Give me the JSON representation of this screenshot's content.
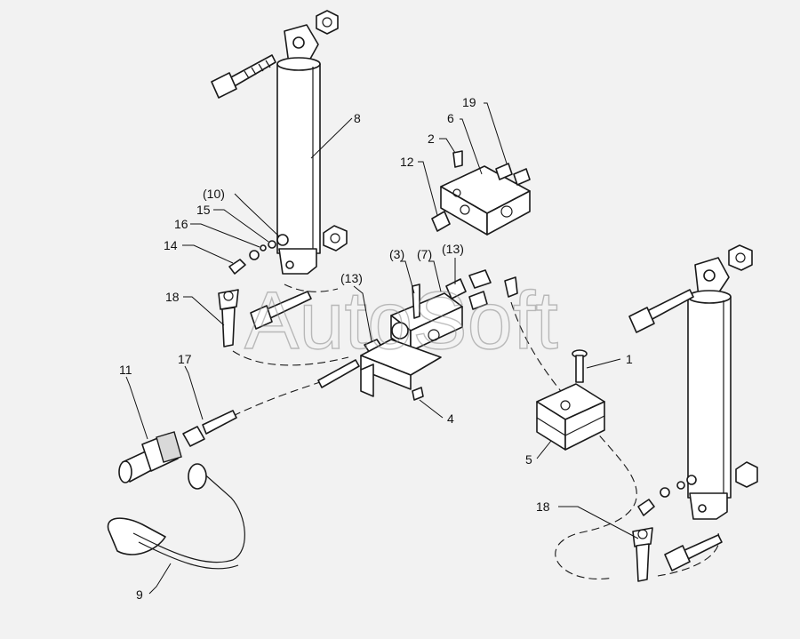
{
  "watermark": "AutoSoft",
  "callouts": {
    "c8": "8",
    "c19": "19",
    "c6": "6",
    "c2": "2",
    "c12": "12",
    "c10": "(10)",
    "c15": "15",
    "c16": "16",
    "c14": "14",
    "c18a": "18",
    "c3": "(3)",
    "c7": "(7)",
    "c13a": "(13)",
    "c13b": "(13)",
    "c1": "1",
    "c11": "11",
    "c17": "17",
    "c4": "4",
    "c5": "5",
    "c18b": "18",
    "c9": "9"
  },
  "colors": {
    "background": "#f2f2f2",
    "line": "#1a1a1a"
  }
}
